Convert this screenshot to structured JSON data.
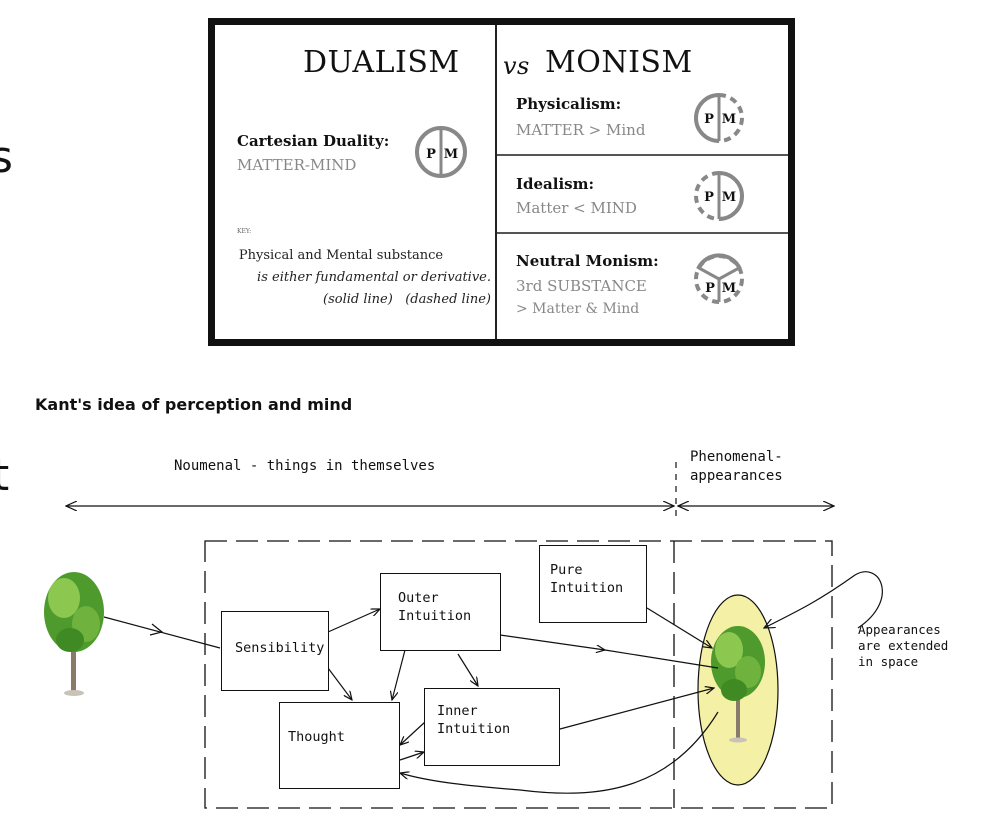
{
  "edge_glyphs": [
    "s",
    "t"
  ],
  "card": {
    "title_left": "DUALISM",
    "title_vs": "vs",
    "title_right": "MONISM",
    "cartesian": {
      "label": "Cartesian Duality:",
      "sub": "MATTER-MIND"
    },
    "key_label": "KEY:",
    "key_lines": [
      "Physical and Mental substance",
      "is either fundamental or derivative.",
      "(solid line)   (dashed line)"
    ],
    "physicalism": {
      "label": "Physicalism:",
      "sub": "MATTER > Mind"
    },
    "idealism": {
      "label": "Idealism:",
      "sub": "Matter < MIND"
    },
    "neutral": {
      "label": "Neutral Monism:",
      "sub1": "3rd SUBSTANCE",
      "sub2": "> Matter & Mind"
    },
    "icon_letters": {
      "p": "P",
      "m": "M"
    }
  },
  "kant": {
    "title": "Kant's idea of perception and mind",
    "noumenal_label": "Noumenal - things in themselves",
    "phenomenal_label_1": "Phenomenal-",
    "phenomenal_label_2": "appearances",
    "nodes": {
      "sensibility": "Sensibility",
      "outer_1": "Outer",
      "outer_2": "Intuition",
      "pure_1": "Pure",
      "pure_2": "Intuition",
      "inner_1": "Inner",
      "inner_2": "Intuition",
      "thought": "Thought"
    },
    "callout": [
      "Appearances",
      "are extended",
      "in space"
    ],
    "colors": {
      "ellipse_fill": "#f4f0a6",
      "tree_leaf": "#4f9a2c",
      "tree_leaf_light": "#8cc850",
      "trunk": "#8a7a6a"
    }
  }
}
